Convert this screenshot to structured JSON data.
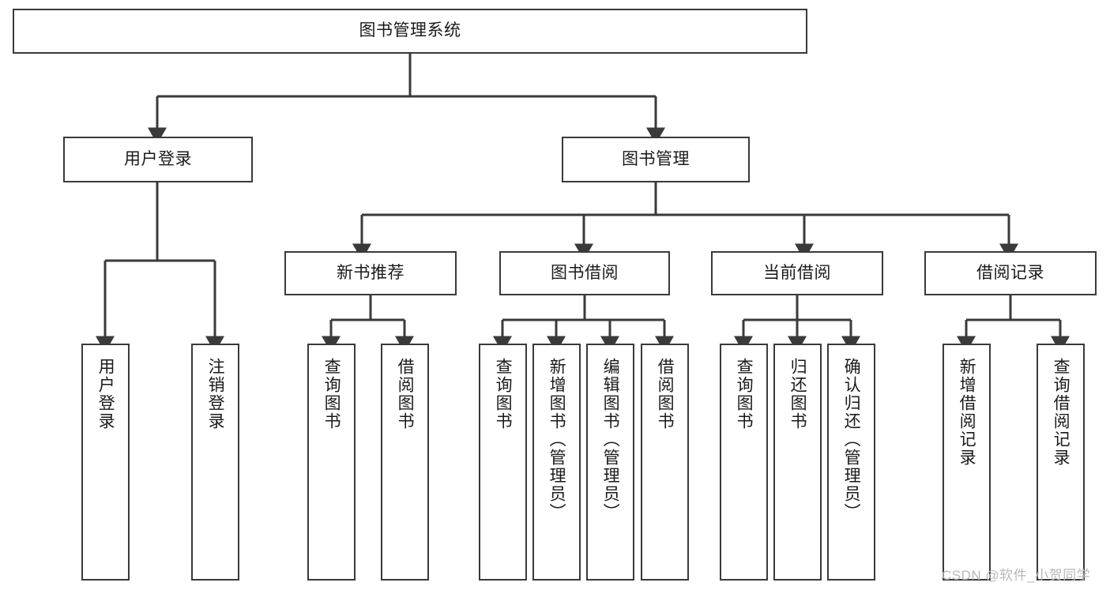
{
  "diagram": {
    "type": "hierarchy-tree",
    "title": "图书管理系统",
    "background_color": "#ffffff",
    "line_color": "#3a3a3a",
    "text_color": "#1a1a1a",
    "root": {
      "label": "图书管理系统"
    },
    "level2": [
      {
        "label": "用户登录"
      },
      {
        "label": "图书管理"
      }
    ],
    "level3": [
      {
        "label": "新书推荐"
      },
      {
        "label": "图书借阅"
      },
      {
        "label": "当前借阅"
      },
      {
        "label": "借阅记录"
      }
    ],
    "leaves": {
      "user_login": [
        {
          "label": "用户登录"
        },
        {
          "label": "注销登录"
        }
      ],
      "new_book_recommend": [
        {
          "label": "查询图书"
        },
        {
          "label": "借阅图书"
        }
      ],
      "book_borrow": [
        {
          "label": "查询图书"
        },
        {
          "label": "新增图书（管理员）"
        },
        {
          "label": "编辑图书（管理员）"
        },
        {
          "label": "借阅图书"
        }
      ],
      "current_borrow": [
        {
          "label": "查询图书"
        },
        {
          "label": "归还图书"
        },
        {
          "label": "确认归还（管理员）"
        }
      ],
      "borrow_record": [
        {
          "label": "新增借阅记录"
        },
        {
          "label": "查询借阅记录"
        }
      ]
    }
  },
  "watermark": {
    "text": "CSDN @软件_小贺同学"
  }
}
